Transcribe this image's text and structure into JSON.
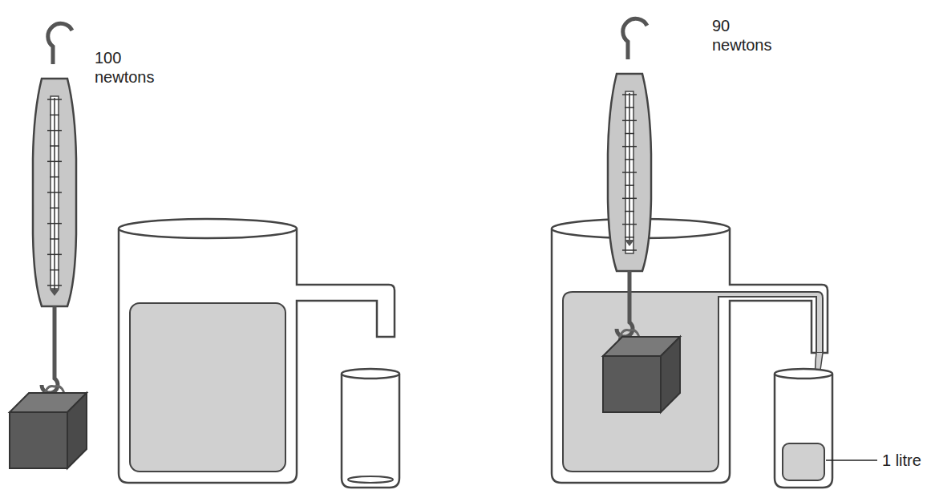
{
  "diagram": {
    "labels": [
      "100 newtons",
      "90 newtons",
      "1 litre"
    ]
  }
}
